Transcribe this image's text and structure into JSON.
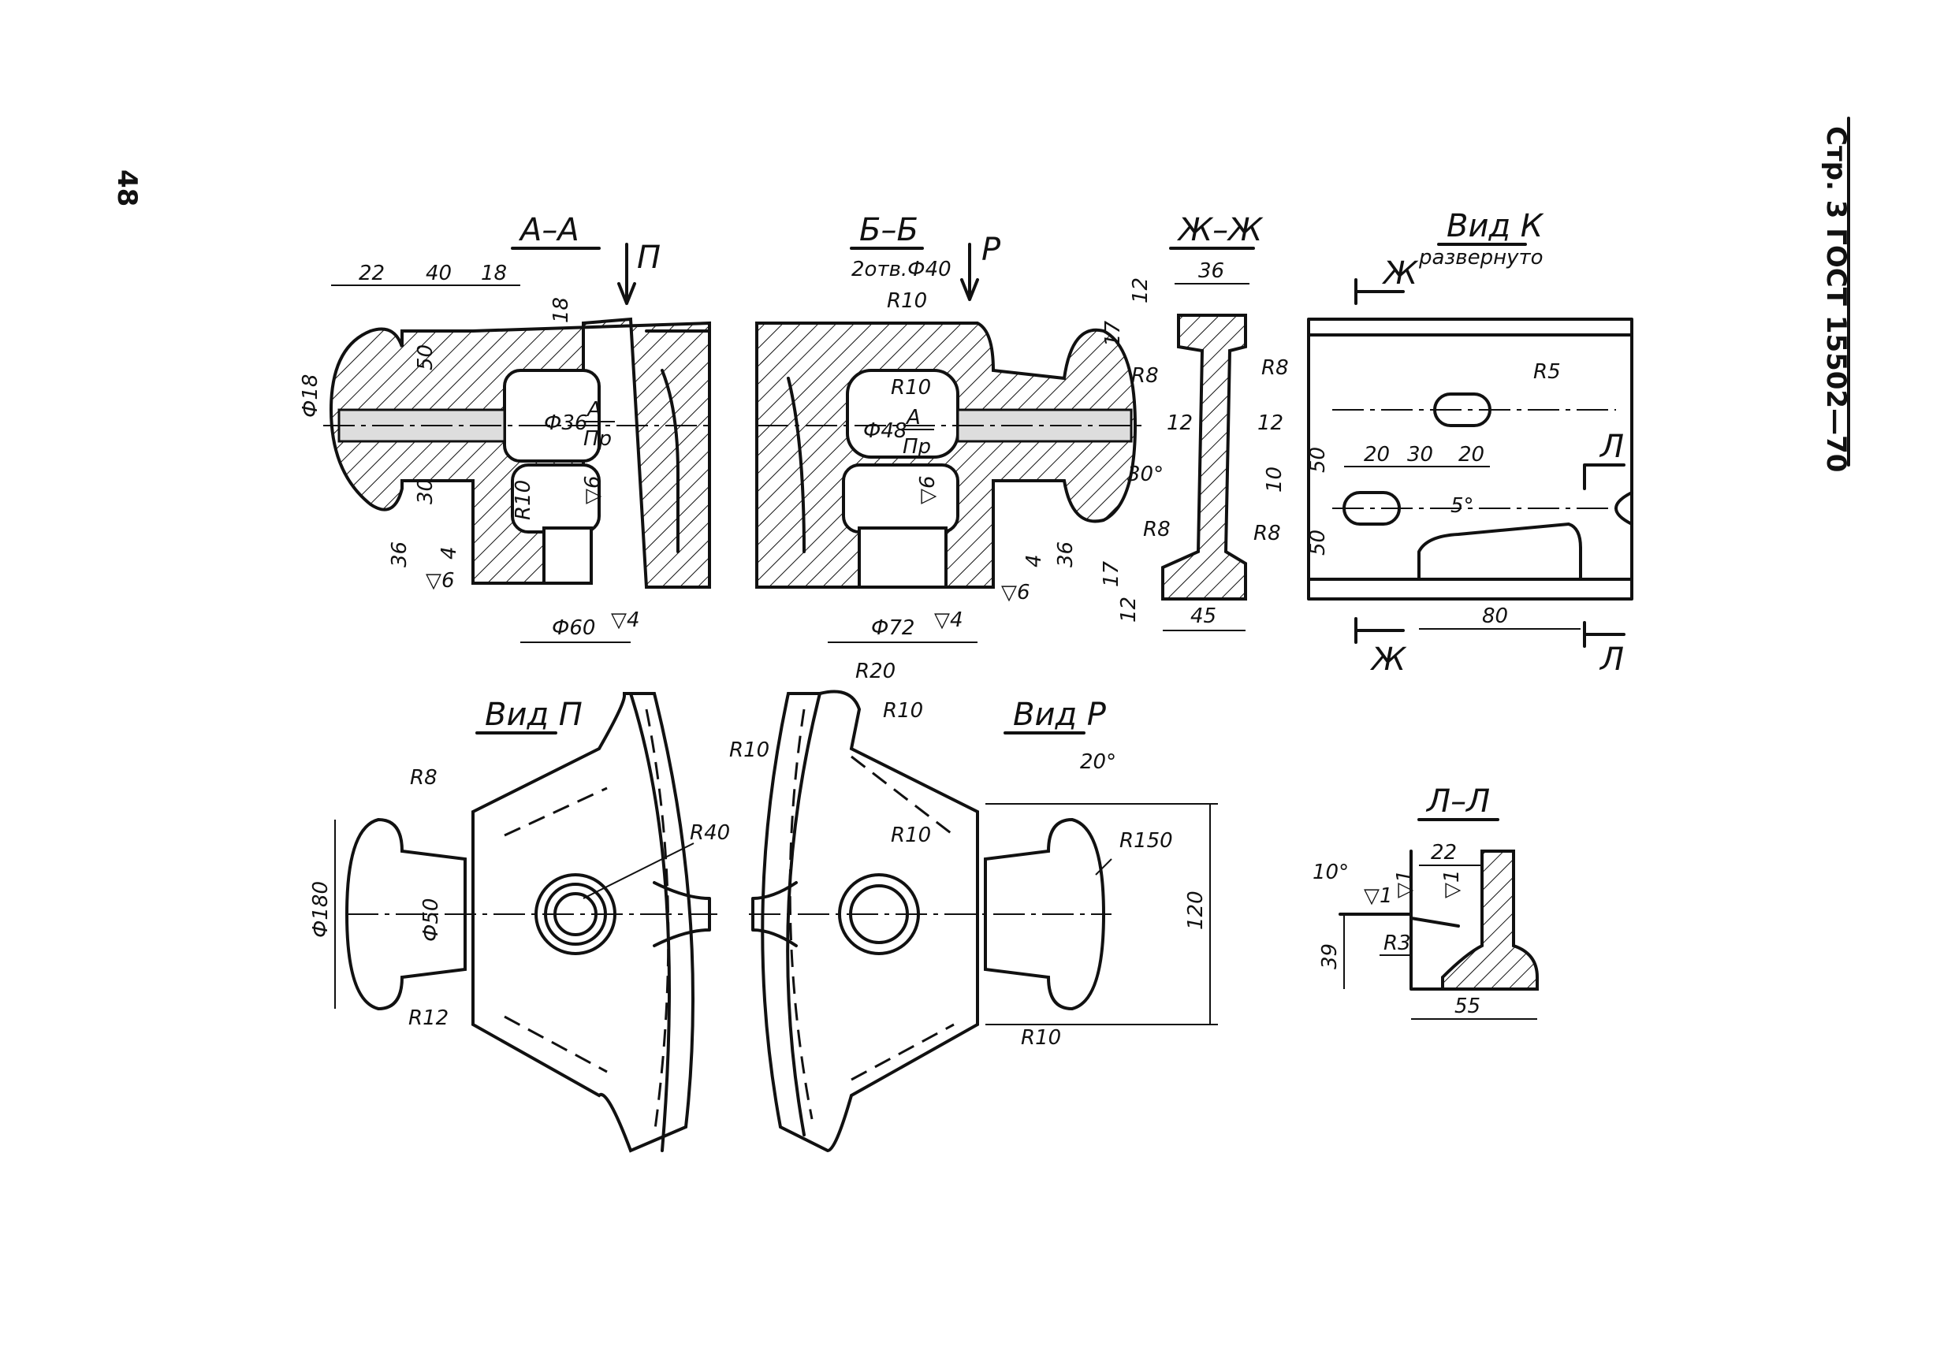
{
  "header": {
    "page_number": "48",
    "side_title": "Стр. 3 ГОСТ 15502—70"
  },
  "views": {
    "aa": "А–А",
    "bb": "Б–Б",
    "zhzh": "Ж–Ж",
    "k": "Вид К",
    "k_note": "развернуто",
    "p": "Вид П",
    "r": "Вид Р",
    "ll": "Л–Л"
  },
  "arrows": {
    "p": "П",
    "r": "Р",
    "zh": "Ж",
    "l": "Л"
  },
  "dims": {
    "aa_22": "22",
    "aa_40": "40",
    "aa_18a": "18",
    "aa_18b": "18",
    "aa_phi18": "Ф18",
    "aa_50": "50",
    "aa_30": "30",
    "aa_36": "36",
    "aa_4": "4",
    "aa_phi36": "Ф36",
    "aa_frac_top": "А",
    "aa_frac_bot": "Пр",
    "aa_r10": "R10",
    "aa_rough6": "▽6",
    "aa_rough6b": "▽6",
    "aa_phi60": "Ф60",
    "aa_rough4": "▽4",
    "bb_holes": "2отв.Ф40",
    "bb_r10a": "R10",
    "bb_r10b": "R10",
    "bb_phi48": "Ф48",
    "bb_frac_top": "А",
    "bb_frac_bot": "Пр",
    "bb_rough6": "▽6",
    "bb_4": "4",
    "bb_36": "36",
    "bb_rough6b": "▽6",
    "bb_phi72": "Ф72",
    "bb_rough4": "▽4",
    "zh_36": "36",
    "zh_12a": "12",
    "zh_17a": "17",
    "zh_r8a": "R8",
    "zh_r8b": "R8",
    "zh_12b": "12",
    "zh_12c": "12",
    "zh_30deg": "30°",
    "zh_10": "10",
    "zh_r8c": "R8",
    "zh_r8d": "R8",
    "zh_17b": "17",
    "zh_12d": "12",
    "zh_45": "45",
    "k_r5": "R5",
    "k_50a": "50",
    "k_50b": "50",
    "k_20a": "20",
    "k_30": "30",
    "k_20b": "20",
    "k_5deg": "5°",
    "k_80": "80",
    "p_r8": "R8",
    "p_r40": "R40",
    "p_phi180": "Ф180",
    "p_phi50": "Ф50",
    "p_r12": "R12",
    "r_r20": "R20",
    "r_r10a": "R10",
    "r_r10b": "R10",
    "r_r10c": "R10",
    "r_20deg": "20°",
    "r_r150": "R150",
    "r_120": "120",
    "r_r10d": "R10",
    "ll_10deg": "10°",
    "ll_22": "22",
    "ll_r1a": "▽1",
    "ll_r1b": "▽1",
    "ll_r1c": "▽1",
    "ll_r3": "R3",
    "ll_39": "39",
    "ll_55": "55"
  }
}
